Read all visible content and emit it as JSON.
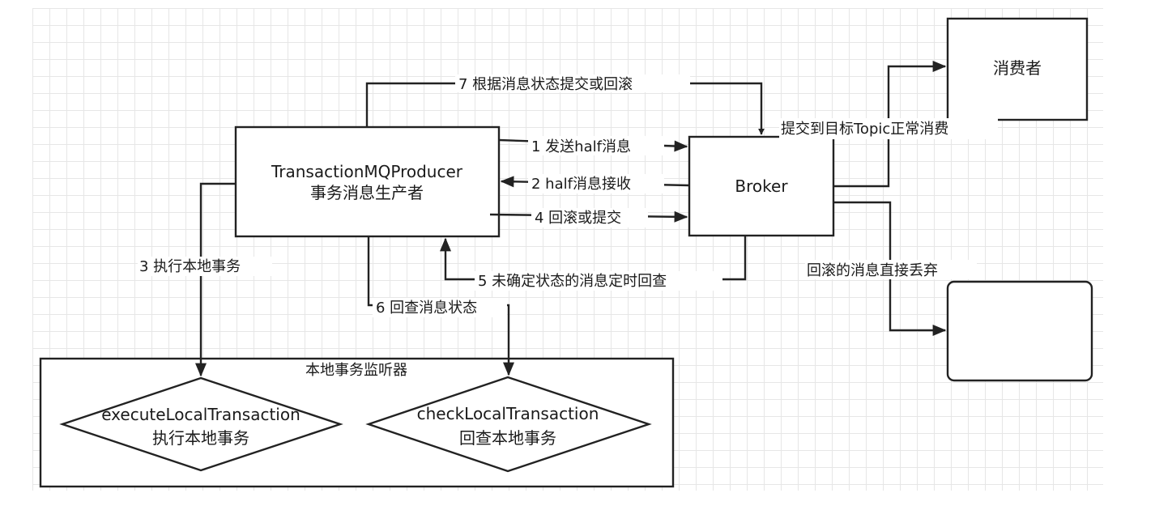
{
  "nodes": {
    "producer": {
      "line1": "TransactionMQProducer",
      "line2": "事务消息生产者"
    },
    "broker": {
      "label": "Broker"
    },
    "consumer": {
      "label": "消费者"
    },
    "listener": {
      "label": "本地事务监听器"
    },
    "execute": {
      "line1": "executeLocalTransaction",
      "line2": "执行本地事务"
    },
    "check": {
      "line1": "checkLocalTransaction",
      "line2": "回查本地事务"
    },
    "discard_box": {
      "label": ""
    }
  },
  "edges": {
    "e1": "1 发送half消息",
    "e2": "2 half消息接收",
    "e3": "3 执行本地事务",
    "e4": "4 回滚或提交",
    "e5": "5 未确定状态的消息定时回查",
    "e6": "6 回查消息状态",
    "e7": "7 根据消息状态提交或回滚",
    "commit": "提交到目标Topic正常消费",
    "rollback": "回滚的消息直接丢弃"
  },
  "colors": {
    "stroke": "#222222",
    "grid": "#e6e6e6",
    "background": "#ffffff"
  }
}
